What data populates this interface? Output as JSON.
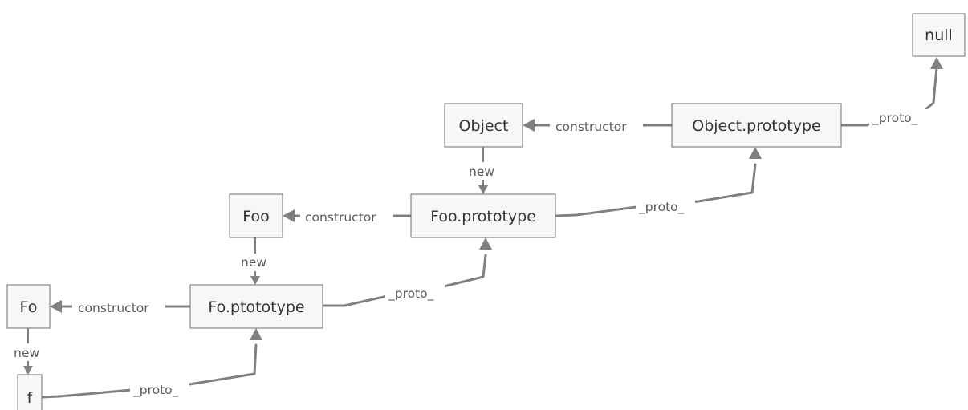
{
  "nodes": {
    "null": "null",
    "object": "Object",
    "object_prototype": "Object.prototype",
    "foo": "Foo",
    "foo_prototype": "Foo.prototype",
    "fo": "Fo",
    "fo_ptototype": "Fo.ptototype",
    "f": "f"
  },
  "labels": {
    "proto": "_proto_",
    "constructor": "constructor",
    "new": "new"
  },
  "edges": [
    {
      "from": "object_prototype",
      "to": "null",
      "label": "_proto_"
    },
    {
      "from": "object_prototype",
      "to": "object",
      "label": "constructor"
    },
    {
      "from": "object",
      "to": "foo_prototype",
      "label": "new"
    },
    {
      "from": "foo_prototype",
      "to": "object_prototype",
      "label": "_proto_"
    },
    {
      "from": "foo_prototype",
      "to": "foo",
      "label": "constructor"
    },
    {
      "from": "foo",
      "to": "fo_ptototype",
      "label": "new"
    },
    {
      "from": "fo_ptototype",
      "to": "foo_prototype",
      "label": "_proto_"
    },
    {
      "from": "fo_ptototype",
      "to": "fo",
      "label": "constructor"
    },
    {
      "from": "fo",
      "to": "f",
      "label": "new"
    },
    {
      "from": "f",
      "to": "fo_ptototype",
      "label": "_proto_"
    }
  ]
}
